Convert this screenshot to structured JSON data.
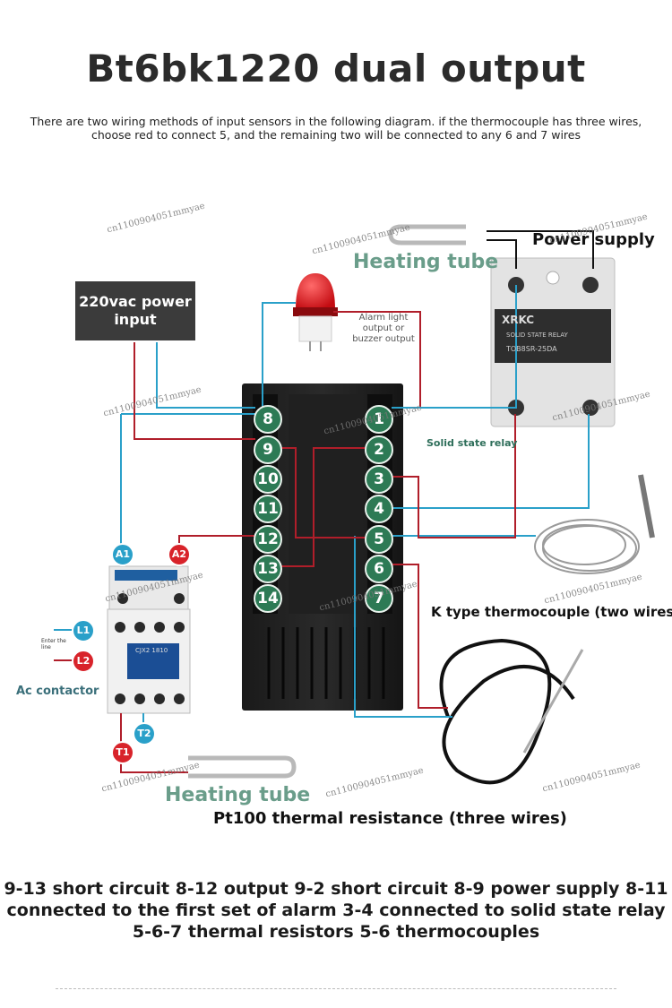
{
  "header": {
    "title": "Bt6bk1220 dual output",
    "subtitle": "There are two wiring methods of input sensors in the following diagram. if the thermocouple has three wires, choose red to connect 5, and the remaining two will be connected to any 6 and 7 wires"
  },
  "diagram": {
    "power_input_label": "220vac power input",
    "power_supply_label": "Power supply",
    "heating_tube_top_label": "Heating tube",
    "heating_tube_bottom_label": "Heating tube",
    "alarm_label": "Alarm light output or buzzer output",
    "ssr_label": "Solid state relay",
    "thermocouple_label": "K type thermocouple (two wires)",
    "pt100_label": "Pt100 thermal resistance (three wires)",
    "contactor_label": "Ac contactor",
    "contactor_small_text": "Enter the line",
    "ssr_brand": "XRKC",
    "ssr_type": "SOLID STATE RELAY",
    "ssr_model": "TOB8SR-25DA",
    "contactor_model": "CJX2 1810",
    "watermark": "cn1100904051mmyae",
    "terminals_left": [
      "8",
      "9",
      "10",
      "11",
      "12",
      "13",
      "14"
    ],
    "terminals_right": [
      "1",
      "2",
      "3",
      "4",
      "5",
      "6",
      "7"
    ],
    "contactor_badges": [
      "A1",
      "A2",
      "L1",
      "L2",
      "T1",
      "T2"
    ]
  },
  "footer": {
    "notes": "9-13 short circuit 8-12 output 9-2 short circuit 8-9 power supply 8-11 connected to the first set of alarm 3-4 connected to solid state relay 5-6-7 thermal resistors 5-6 thermocouples"
  },
  "colors": {
    "terminal_green": "#2d7a55",
    "wire_red": "#b01e2a",
    "wire_blue": "#2aa0c9",
    "heat_label": "#6a9d8a"
  }
}
